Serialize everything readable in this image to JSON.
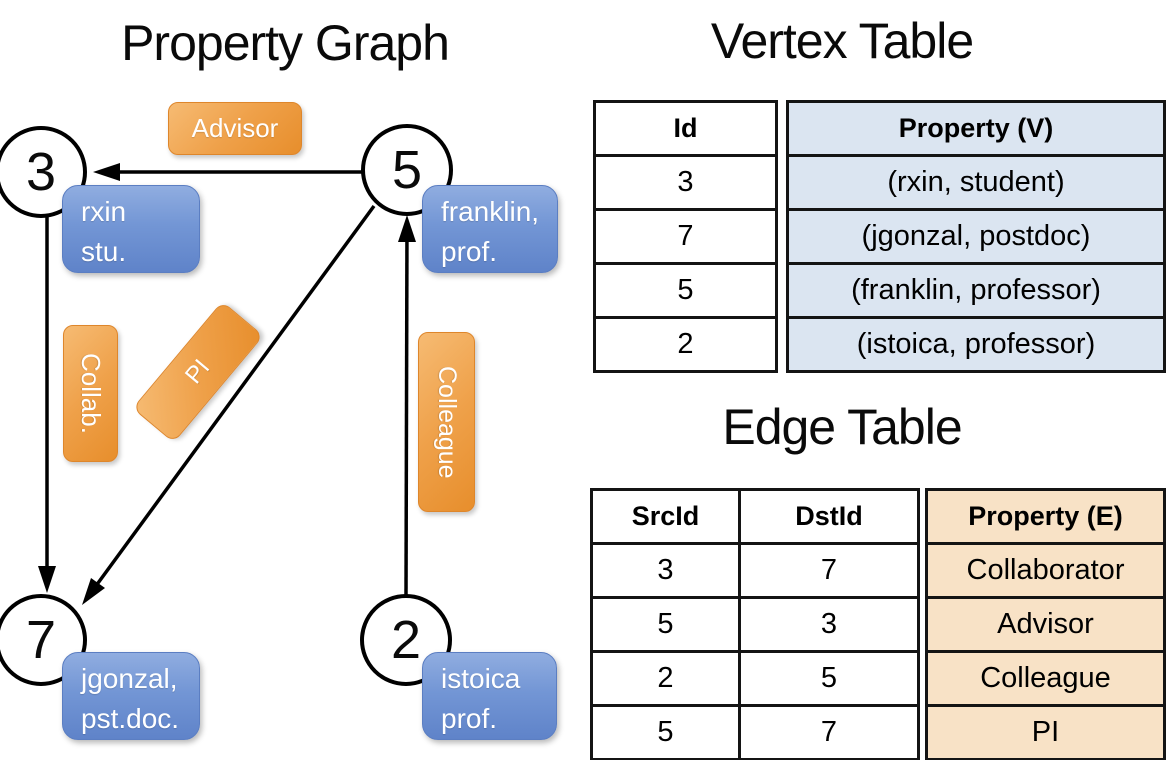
{
  "graph": {
    "title": "Property Graph",
    "nodes": [
      {
        "id": "3",
        "prop_line1": "rxin",
        "prop_line2": "stu."
      },
      {
        "id": "5",
        "prop_line1": "franklin,",
        "prop_line2": "prof."
      },
      {
        "id": "7",
        "prop_line1": "jgonzal,",
        "prop_line2": "pst.doc."
      },
      {
        "id": "2",
        "prop_line1": "istoica",
        "prop_line2": "prof."
      }
    ],
    "edge_labels": {
      "advisor": "Advisor",
      "collab": "Collab.",
      "pi": "PI",
      "colleague": "Colleague"
    }
  },
  "vertex_table": {
    "title": "Vertex Table",
    "columns": {
      "id": "Id",
      "property": "Property (V)"
    },
    "rows": [
      {
        "id": "3",
        "property": "(rxin, student)"
      },
      {
        "id": "7",
        "property": "(jgonzal, postdoc)"
      },
      {
        "id": "5",
        "property": "(franklin, professor)"
      },
      {
        "id": "2",
        "property": "(istoica, professor)"
      }
    ]
  },
  "edge_table": {
    "title": "Edge Table",
    "columns": {
      "src": "SrcId",
      "dst": "DstId",
      "property": "Property (E)"
    },
    "rows": [
      {
        "src": "3",
        "dst": "7",
        "property": "Collaborator"
      },
      {
        "src": "5",
        "dst": "3",
        "property": "Advisor"
      },
      {
        "src": "2",
        "dst": "5",
        "property": "Colleague"
      },
      {
        "src": "5",
        "dst": "7",
        "property": "PI"
      }
    ]
  },
  "colors": {
    "edge_label_orange": "#efa14a",
    "vertex_label_blue": "#7396d5",
    "vertex_table_fill": "#dbe5f1",
    "edge_table_fill": "#f8e2c6",
    "line_black": "#000000"
  }
}
